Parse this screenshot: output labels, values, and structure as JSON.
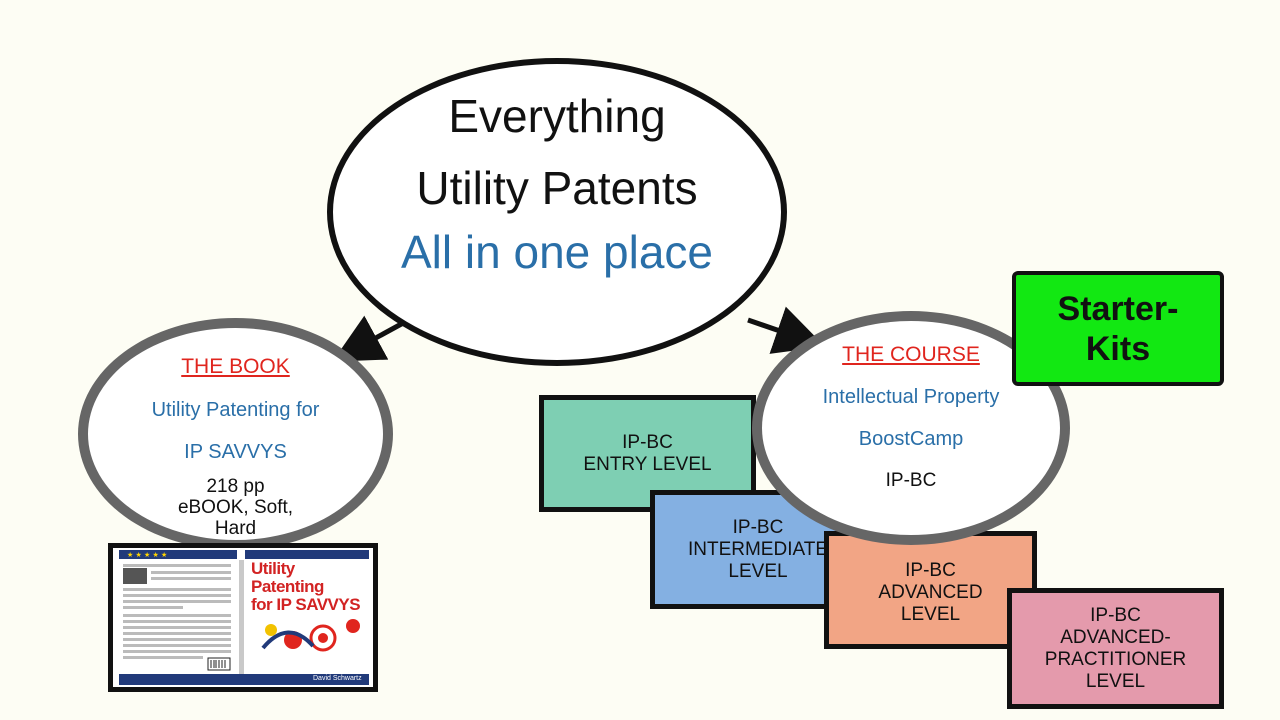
{
  "main": {
    "title_line1": "Everything",
    "title_line2": "Utility Patents",
    "subtitle": "All in one place"
  },
  "book": {
    "heading": "THE BOOK",
    "title_line1": "Utility Patenting for",
    "title_line2": "IP SAVVYS",
    "pages": "218 pp",
    "formats_line1": "eBOOK, Soft,",
    "formats_line2": "Hard",
    "cover": {
      "title_line1": "Utility Patenting",
      "title_line2": "for IP SAVVYS",
      "author": "David Schwartz"
    }
  },
  "course": {
    "heading": "THE COURSE",
    "name_line1": "Intellectual Property",
    "name_line2": "BoostCamp",
    "abbr": "IP-BC"
  },
  "starter_kits": {
    "line1": "Starter-",
    "line2": "Kits"
  },
  "levels": [
    {
      "line1": "IP-BC",
      "line2": "ENTRY LEVEL"
    },
    {
      "line1": "IP-BC",
      "line2": "INTERMEDIATE",
      "line3": "LEVEL"
    },
    {
      "line1": "IP-BC",
      "line2": "ADVANCED",
      "line3": "LEVEL"
    },
    {
      "line1": "IP-BC",
      "line2": "ADVANCED-",
      "line3": "PRACTITIONER",
      "line4": "LEVEL"
    }
  ],
  "colors": {
    "background": "#fdfdf4",
    "accent_blue": "#2a6fa8",
    "heading_red": "#e0251e",
    "starter_green": "#12e812",
    "entry": "#7ecfb3",
    "intermediate": "#84b0e2",
    "advanced": "#f2a585",
    "practitioner": "#e49aac"
  }
}
